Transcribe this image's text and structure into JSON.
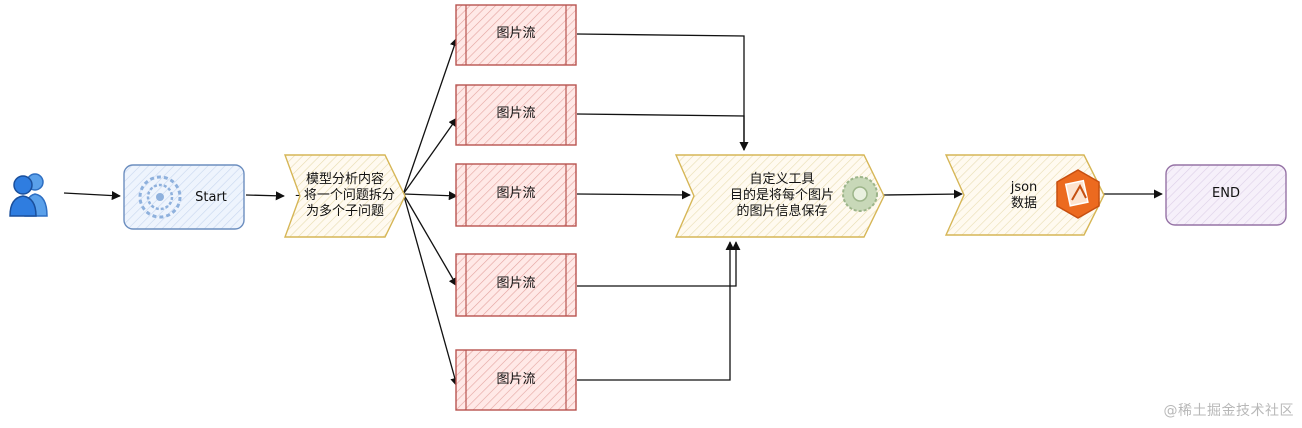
{
  "nodes": {
    "start": {
      "label": "Start"
    },
    "analyze": {
      "label": "模型分析内容\n- 将一个问题拆分\n为多个子问题"
    },
    "streams": [
      {
        "label": "图片流"
      },
      {
        "label": "图片流"
      },
      {
        "label": "图片流"
      },
      {
        "label": "图片流"
      },
      {
        "label": "图片流"
      }
    ],
    "custom_tool": {
      "label": "自定义工具\n目的是将每个图片\n的图片信息保存"
    },
    "json_data": {
      "label": "json\n数据"
    },
    "end": {
      "label": "END"
    }
  },
  "watermark": "@稀土掘金技术社区",
  "colors": {
    "stream_fill": "#f8cecc",
    "stream_stroke": "#b85450",
    "process_fill": "#fff2cc",
    "process_stroke": "#d6b656",
    "start_fill": "#dae8fc",
    "start_stroke": "#6c8ebf",
    "end_fill": "#e1d5e7",
    "end_stroke": "#9673a6",
    "edge": "#111111"
  },
  "icons": {
    "user_icon": "users-icon",
    "start_icon": "target-icon",
    "tool_icon": "gear-icon",
    "json_icon": "json-app-icon"
  }
}
